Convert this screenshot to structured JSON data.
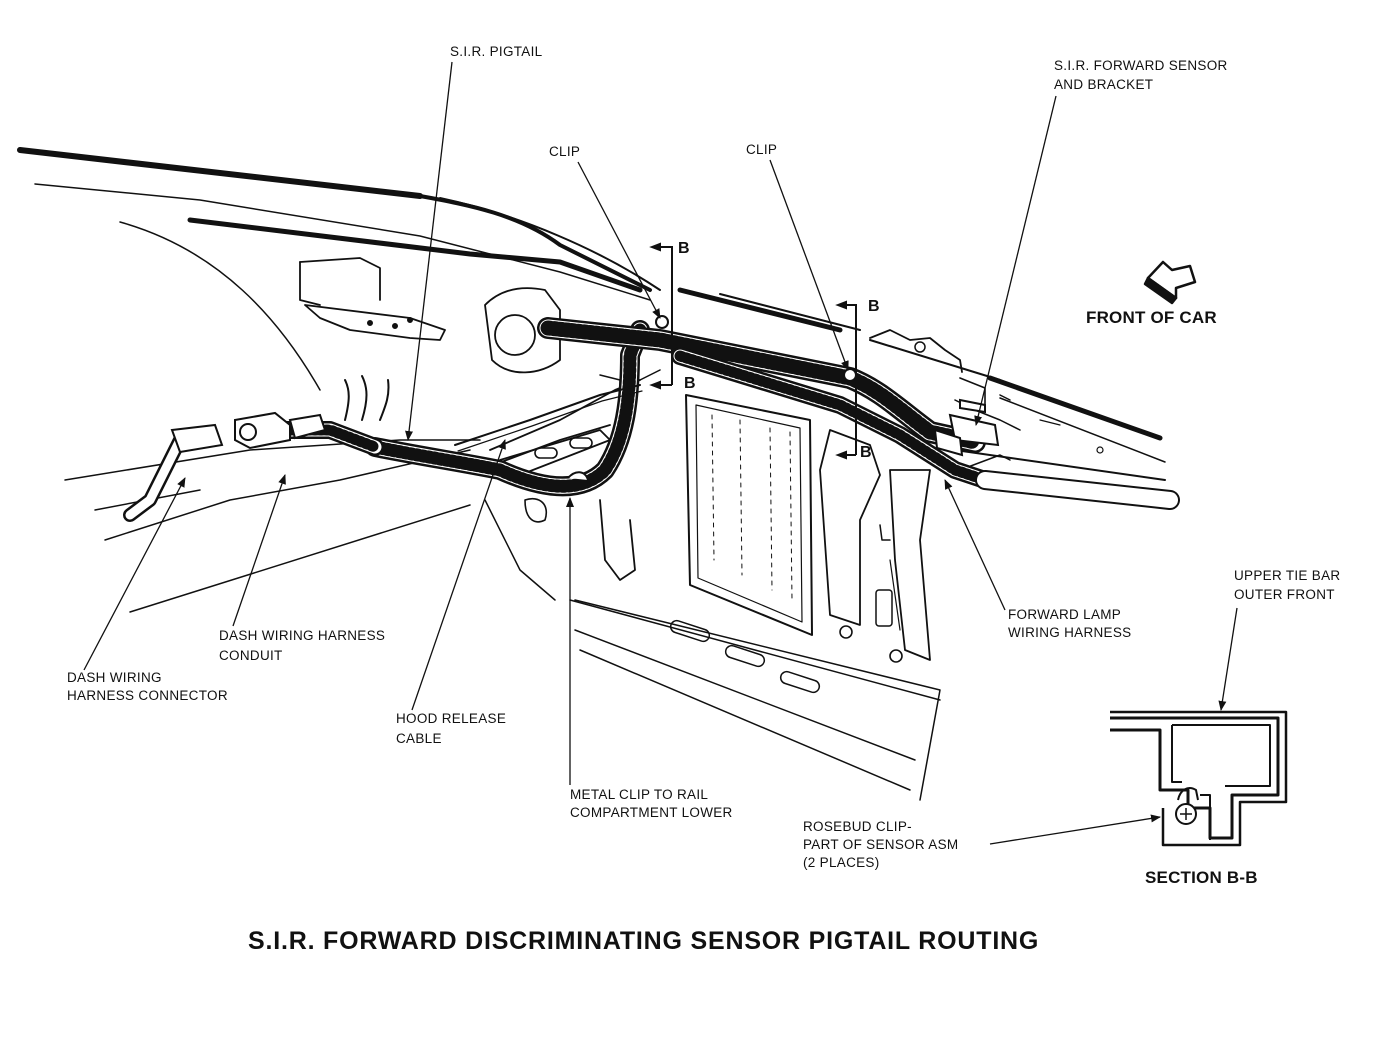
{
  "title": "S.I.R. FORWARD DISCRIMINATING SENSOR PIGTAIL ROUTING",
  "labels": {
    "sir_pigtail": "S.I.R. PIGTAIL",
    "clip_left": "CLIP",
    "clip_right": "CLIP",
    "forward_sensor_1": "S.I.R. FORWARD SENSOR",
    "forward_sensor_2": "AND BRACKET",
    "front_of_car": "FRONT OF CAR",
    "dash_conduit_1": "DASH WIRING HARNESS",
    "dash_conduit_2": "CONDUIT",
    "dash_connector_1": "DASH WIRING",
    "dash_connector_2": "HARNESS CONNECTOR",
    "hood_release_1": "HOOD RELEASE",
    "hood_release_2": "CABLE",
    "metal_clip_1": "METAL CLIP TO RAIL",
    "metal_clip_2": "COMPARTMENT LOWER",
    "forward_lamp_1": "FORWARD LAMP",
    "forward_lamp_2": "WIRING HARNESS",
    "upper_tie_bar_1": "UPPER TIE BAR",
    "upper_tie_bar_2": "OUTER FRONT",
    "rosebud_1": "ROSEBUD CLIP-",
    "rosebud_2": "PART OF SENSOR ASM",
    "rosebud_3": "(2 PLACES)",
    "section_bb": "SECTION B-B"
  },
  "section_markers": [
    "B",
    "B",
    "B",
    "B"
  ]
}
